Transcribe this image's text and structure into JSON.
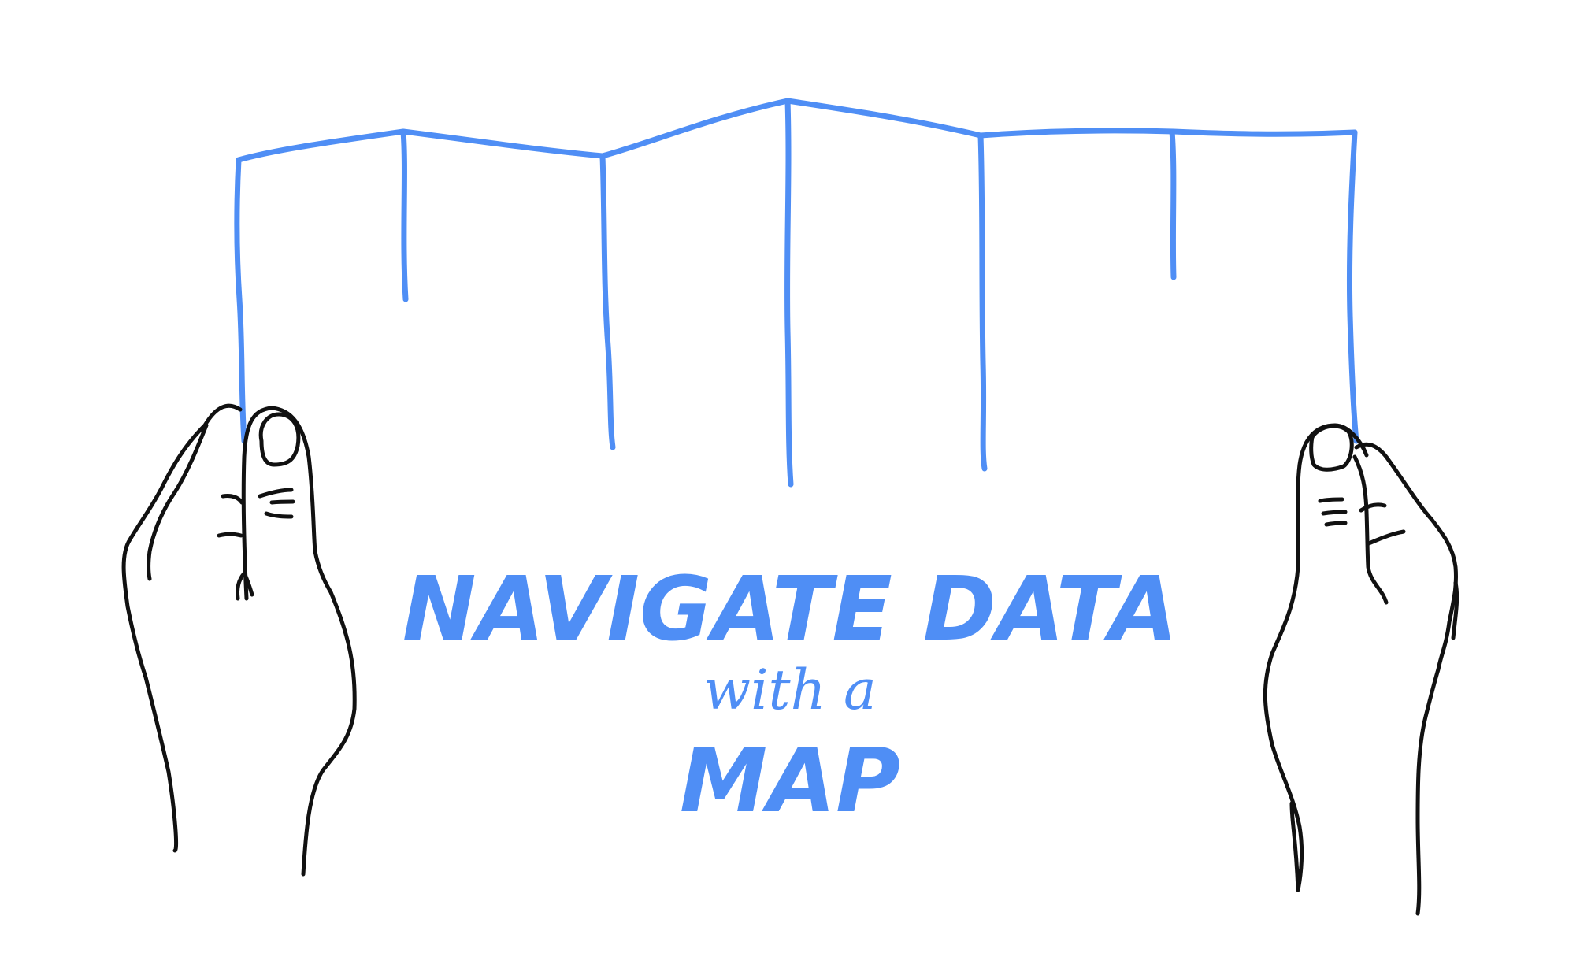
{
  "colors": {
    "map_stroke": "#4f8ef5",
    "hand_stroke": "#111111",
    "title_fill": "#4f8ef5",
    "background": "#ffffff"
  },
  "title": {
    "line1": "NAVIGATE DATA",
    "line2": "with a",
    "line3": "MAP"
  }
}
